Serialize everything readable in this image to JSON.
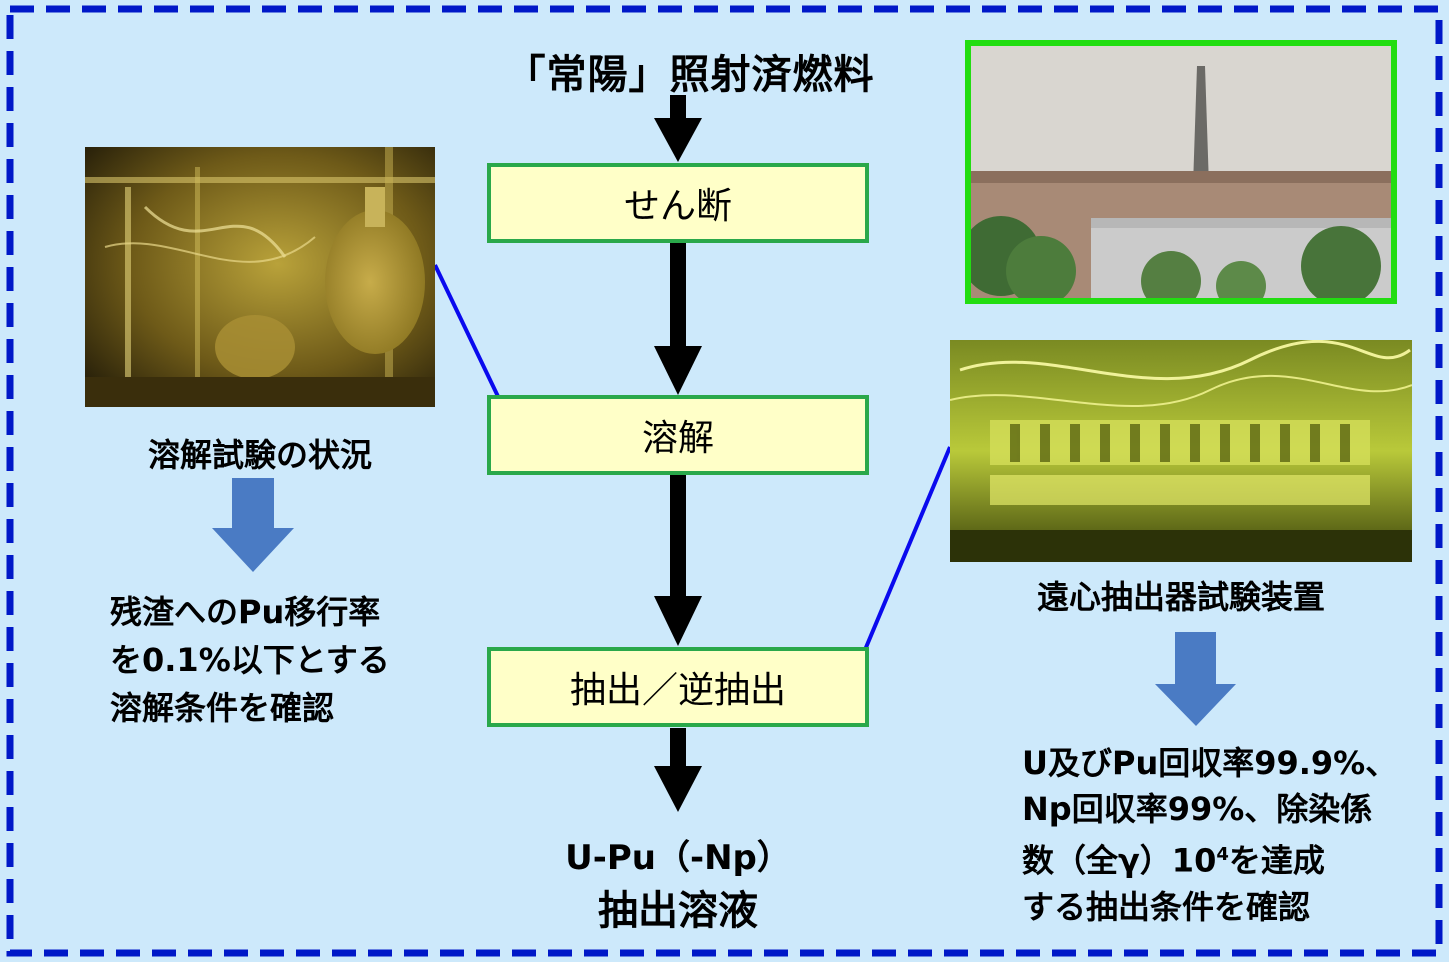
{
  "title": "「常陽」照射済燃料",
  "steps": [
    "せん断",
    "溶解",
    "抽出／逆抽出"
  ],
  "output": {
    "line1": "U-Pu（-Np）",
    "line2": "抽出溶液"
  },
  "left": {
    "caption": "溶解試験の状況",
    "note": [
      "残渣へのPu移行率",
      "を0.1%以下とする",
      "溶解条件を確認"
    ]
  },
  "right": {
    "caption": "遠心抽出器試験装置",
    "note_line1": "U及びPu回収率99.9%、",
    "note_line2": "Np回収率99%、除染係",
    "note_line3_prefix": "数（全γ）10",
    "note_line3_sup": "4",
    "note_line3_suffix": "を達成",
    "note_line4": "する抽出条件を確認"
  },
  "colors": {
    "background": "#cde9fb",
    "dashed_border": "#0018c8",
    "step_fill": "#ffffc8",
    "step_border": "#2aa84a",
    "connector": "#0a0aee",
    "block_arrow": "#4a7bc4",
    "photo_frame": "#22dd11"
  }
}
